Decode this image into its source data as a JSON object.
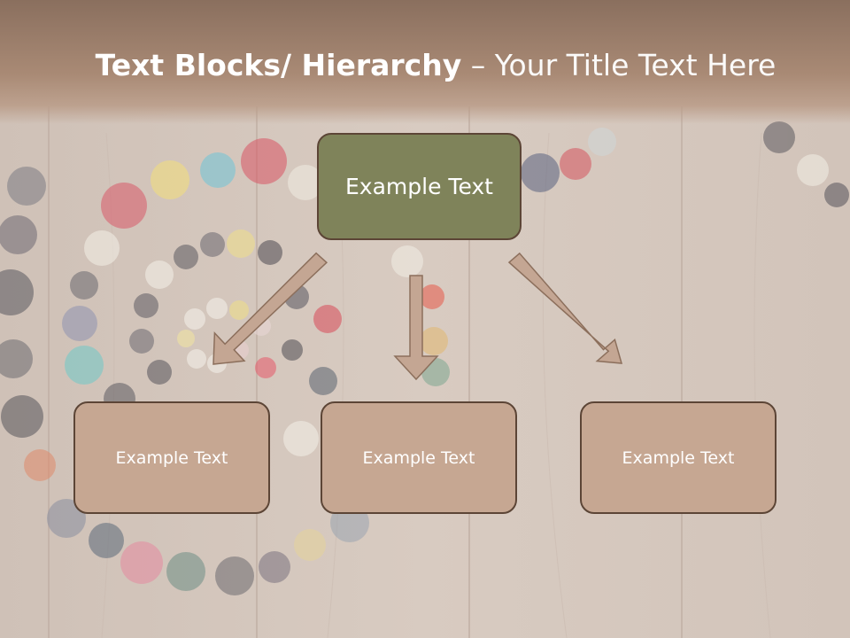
{
  "slide": {
    "title_bold": "Text Blocks/ Hierarchy",
    "title_rest": " – Your Title Text Here"
  },
  "diagram": {
    "root": {
      "label": "Example Text"
    },
    "children": [
      {
        "label": "Example Text"
      },
      {
        "label": "Example Text"
      },
      {
        "label": "Example Text"
      }
    ]
  },
  "colors": {
    "root_fill": "#7f835a",
    "child_fill": "#c6a792",
    "border": "#5c4536",
    "arrow_fill": "#c4a693",
    "title_bar": "#9c7d68"
  }
}
